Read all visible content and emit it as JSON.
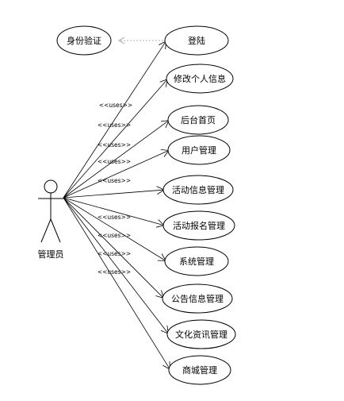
{
  "actor": {
    "label": "管理员"
  },
  "identity_case": {
    "label": "身份验证"
  },
  "stereotype": "<<uses>>",
  "use_cases": [
    {
      "id": "login",
      "label": "登陆"
    },
    {
      "id": "profile",
      "label": "修改个人信息"
    },
    {
      "id": "backend-home",
      "label": "后台首页"
    },
    {
      "id": "users",
      "label": "用户管理"
    },
    {
      "id": "activity-info",
      "label": "活动信息管理"
    },
    {
      "id": "activity-signup",
      "label": "活动报名管理"
    },
    {
      "id": "system",
      "label": "系统管理"
    },
    {
      "id": "notice",
      "label": "公告信息管理"
    },
    {
      "id": "culture-news",
      "label": "文化资讯管理"
    },
    {
      "id": "mall",
      "label": "商城管理"
    }
  ]
}
